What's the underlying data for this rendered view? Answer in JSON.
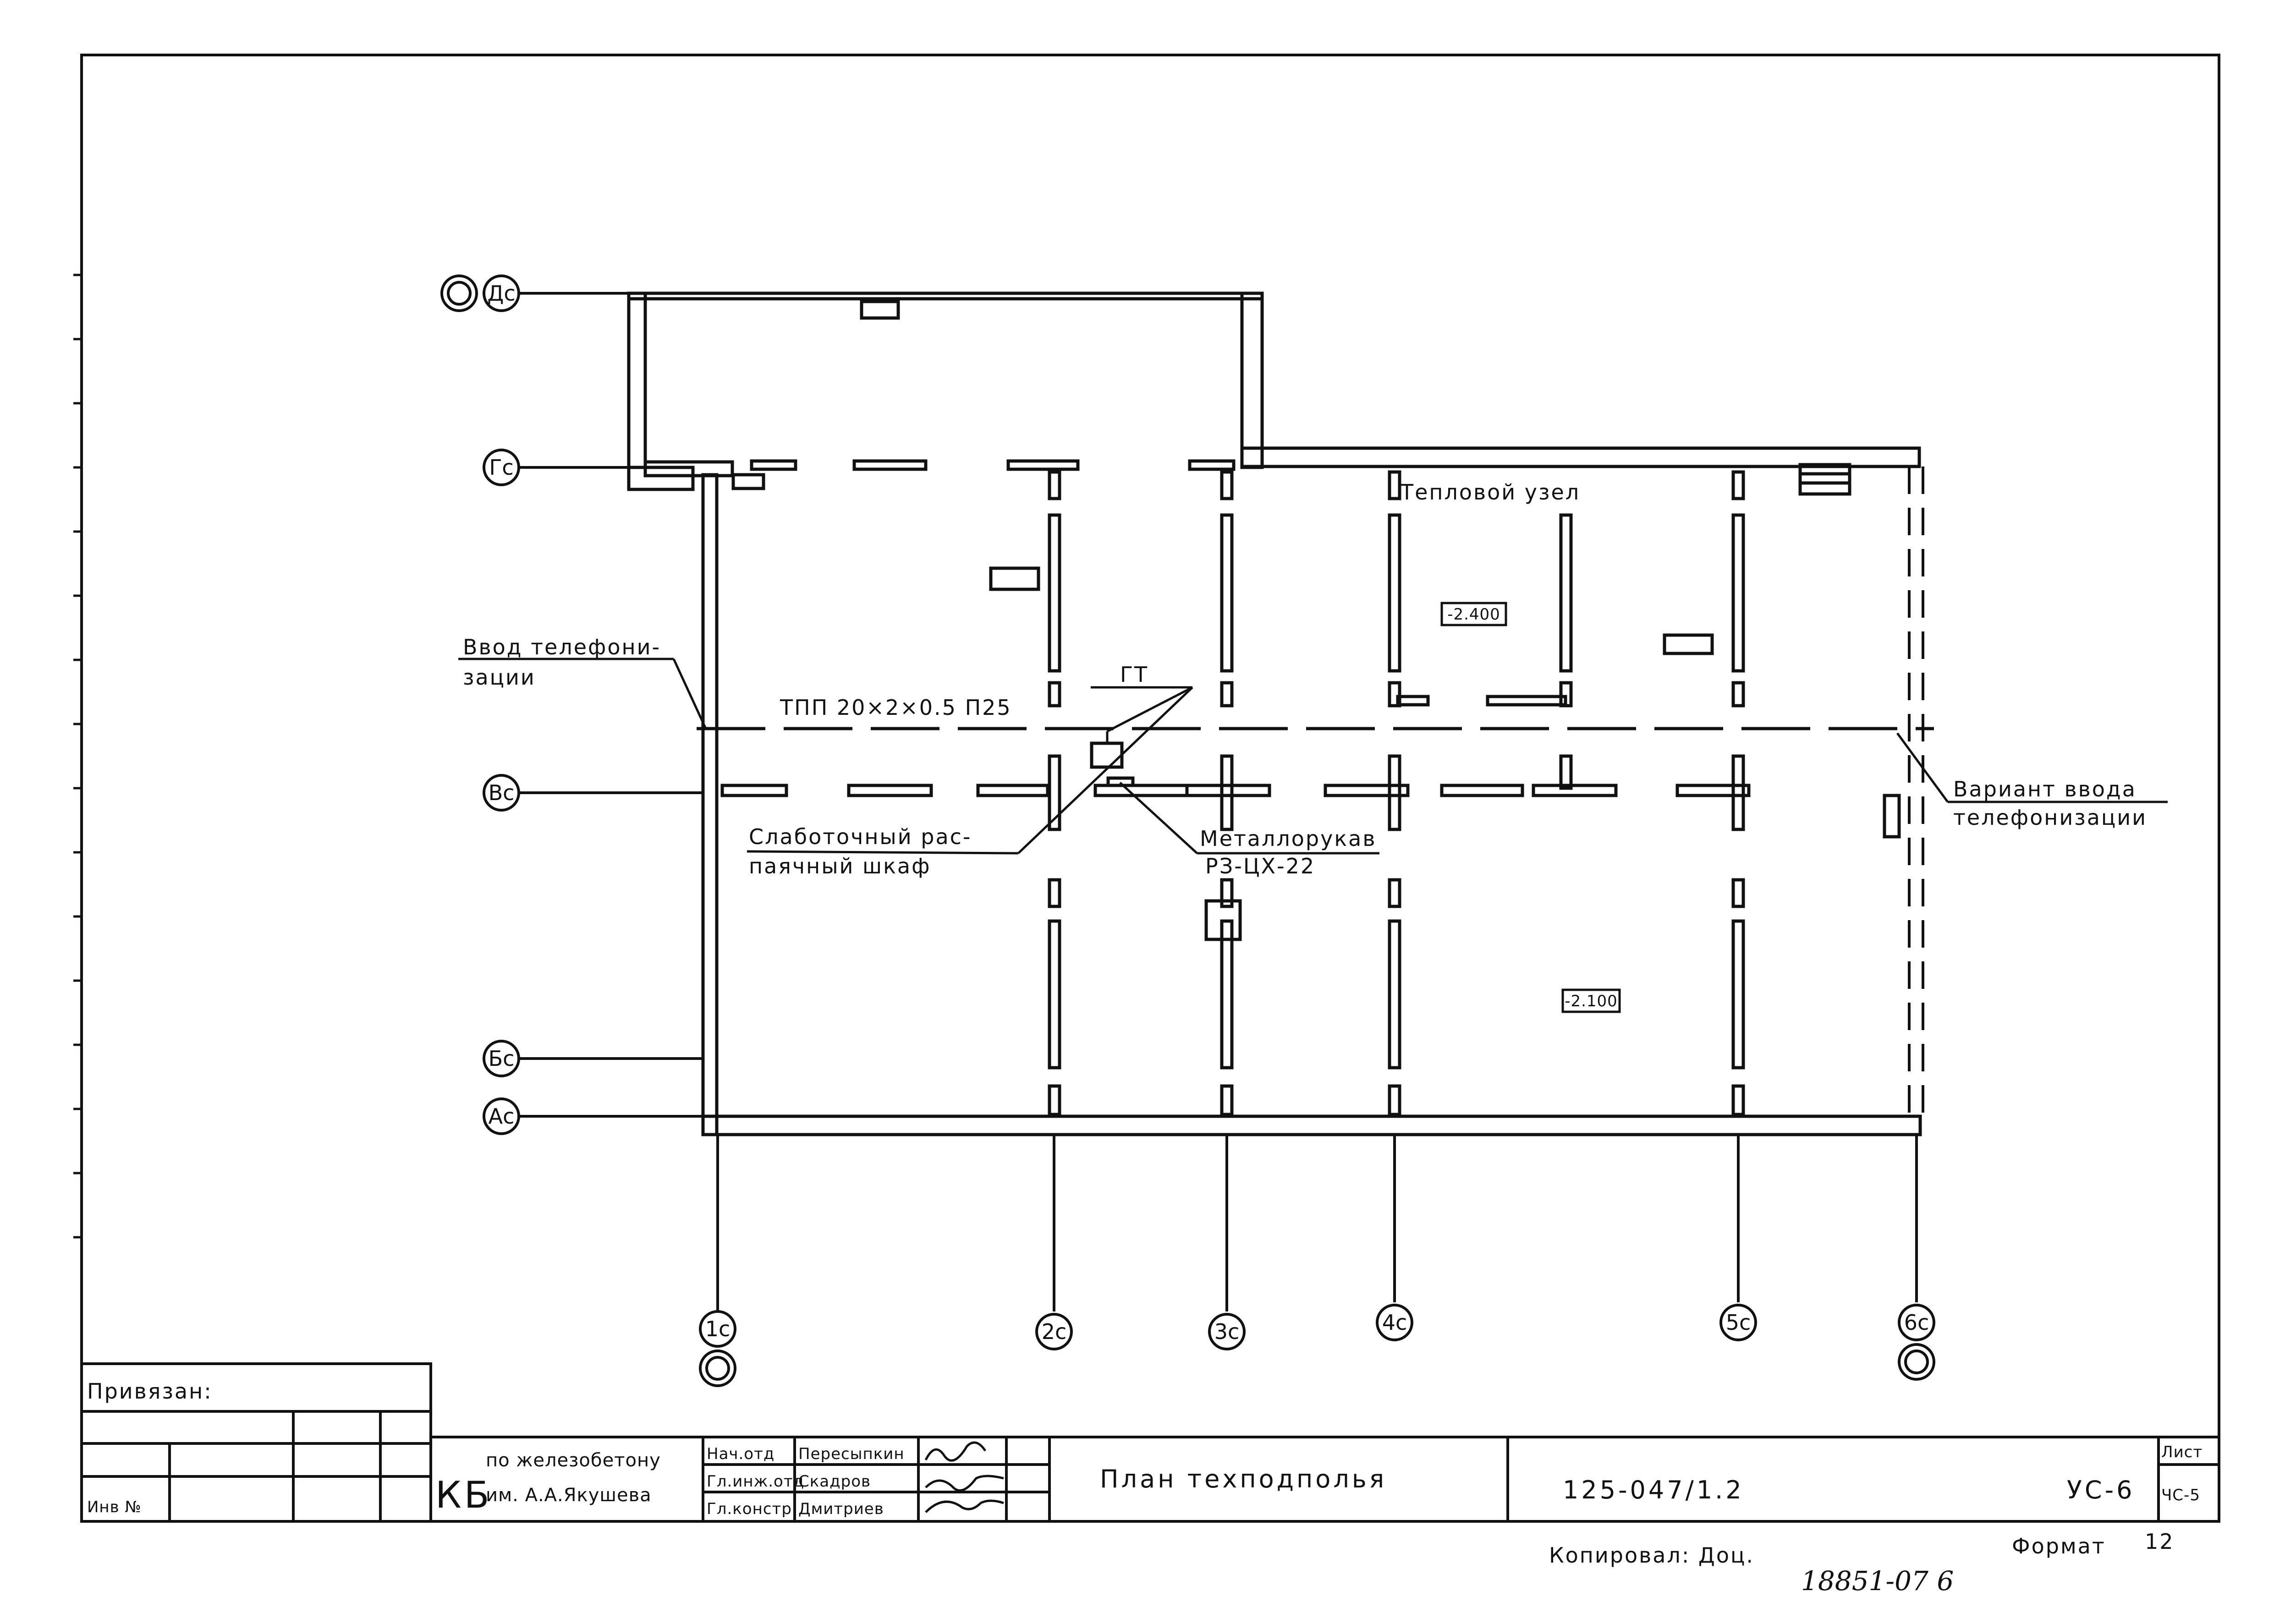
{
  "plan": {
    "axes_rows": [
      "Дс",
      "Гс",
      "Вс",
      "Бс",
      "Ас"
    ],
    "axes_cols": [
      "1с",
      "2с",
      "3с",
      "4с",
      "5с",
      "6с"
    ],
    "rooms": {
      "heat_node": "Тепловой узел"
    },
    "levels": {
      "upper": "-2.400",
      "lower": "-2.100"
    },
    "notes": {
      "phone_entry_line1": "Ввод телефони-",
      "phone_entry_line2": "зации",
      "cable": "ТПП 20×2×0.5 П25",
      "gt": "ГТ",
      "cabinet_line1": "Слаботочный рас-",
      "cabinet_line2": "паячный шкаф",
      "sleeve_line1": "Металлорукав",
      "sleeve_line2": "РЗ-ЦХ-22",
      "alt_entry_line1": "Вариант ввода",
      "alt_entry_line2": "телефонизации"
    }
  },
  "title_block": {
    "attached_label": "Привязан:",
    "inv_label": "Инв №",
    "org_logo": "КБ",
    "org_line1": "по железобетону",
    "org_line2": "им. А.А.Якушева",
    "roles": [
      "Нач.отд",
      "Гл.инж.отд",
      "Гл.констр"
    ],
    "names": [
      "Пересыпкин",
      "Скадров",
      "Дмитриев"
    ],
    "sheet_title": "План техподполья",
    "project_code": "125-047/1.2",
    "sheet_code": "УС-6",
    "sheet_label": "Лист",
    "sheet_number": "ЧС-5"
  },
  "footer": {
    "copied_by": "Копировал: Доц.",
    "archive_no": "18851-07 6",
    "format_label": "Формат",
    "format_value": "12"
  }
}
